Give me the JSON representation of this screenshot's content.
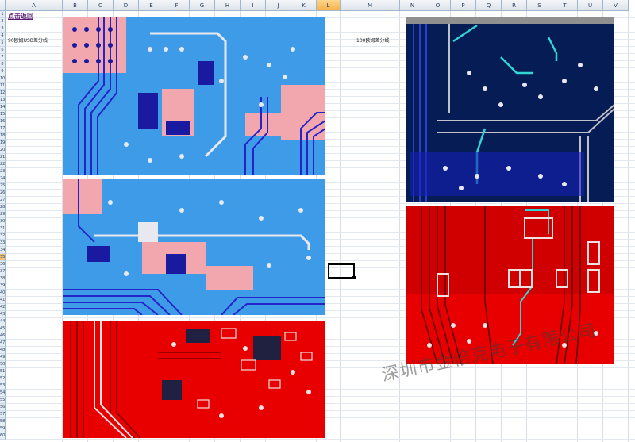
{
  "sheet": {
    "columns": [
      "A",
      "B",
      "C",
      "D",
      "E",
      "F",
      "G",
      "H",
      "I",
      "J",
      "K",
      "L",
      "M",
      "N",
      "O",
      "P",
      "Q",
      "R",
      "S",
      "T",
      "U",
      "V"
    ],
    "active_column": "L",
    "rows": [
      "1",
      "2",
      "3",
      "4",
      "5",
      "6",
      "7",
      "8",
      "9",
      "10",
      "11",
      "12",
      "13",
      "14",
      "15",
      "16",
      "17",
      "18",
      "19",
      "20",
      "21",
      "22",
      "23",
      "24",
      "25",
      "26",
      "27",
      "28",
      "29",
      "30",
      "31",
      "32",
      "33",
      "34",
      "35",
      "36",
      "37",
      "38",
      "39",
      "40",
      "41",
      "42",
      "43",
      "44",
      "45",
      "46",
      "47",
      "48",
      "49",
      "50",
      "51",
      "52",
      "53",
      "54",
      "55",
      "56",
      "57",
      "58",
      "59",
      "60"
    ]
  },
  "cells": {
    "back_link": "点击返回",
    "label_left": "90欧姆USB差分线",
    "label_right": "100欧姆差分线"
  },
  "images": [
    {
      "name": "pcb-blue-usb-top",
      "color": "#3d9be8"
    },
    {
      "name": "pcb-blue-usb-middle",
      "color": "#3d9be8"
    },
    {
      "name": "pcb-red-bottom-left",
      "color": "#e80000"
    },
    {
      "name": "pcb-dark-blue-right",
      "color": "#061c54"
    },
    {
      "name": "pcb-red-right",
      "color": "#e80000"
    }
  ],
  "watermark": "深圳市金倍克电子有限公司"
}
